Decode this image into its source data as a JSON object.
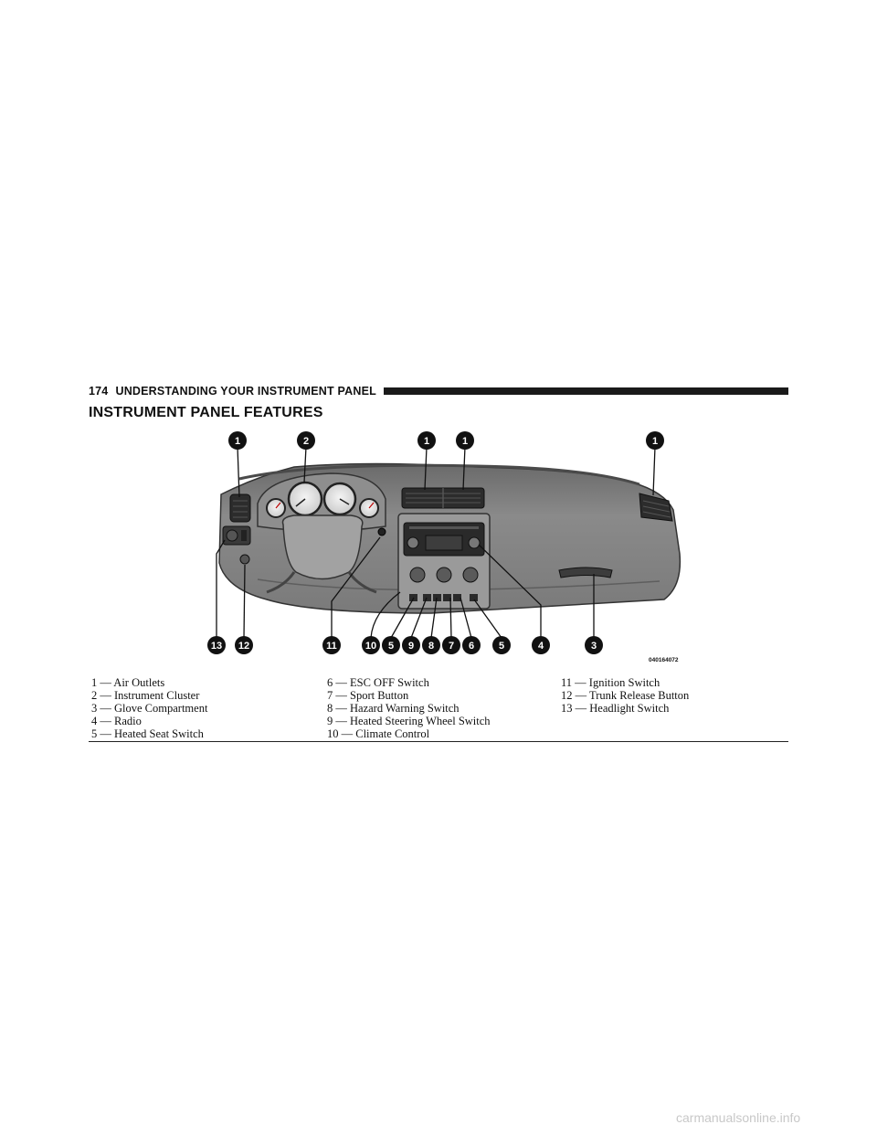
{
  "header": {
    "page_number": "174",
    "section": "UNDERSTANDING YOUR INSTRUMENT PANEL"
  },
  "title": "INSTRUMENT PANEL FEATURES",
  "figure": {
    "code": "040164072",
    "callouts": [
      "1",
      "2",
      "1",
      "1",
      "1",
      "13",
      "12",
      "11",
      "10",
      "5",
      "9",
      "8",
      "7",
      "6",
      "5",
      "4",
      "3"
    ]
  },
  "legend": {
    "columns": [
      [
        "1 — Air Outlets",
        "2 — Instrument Cluster",
        "3 — Glove Compartment",
        "4 — Radio",
        "5 — Heated Seat Switch"
      ],
      [
        "6 — ESC OFF Switch",
        "7 — Sport Button",
        "8 — Hazard Warning Switch",
        "9 — Heated Steering Wheel Switch",
        "10 — Climate Control"
      ],
      [
        "11 — Ignition Switch",
        "12 — Trunk Release Button",
        "13 — Headlight Switch"
      ]
    ]
  },
  "watermark": "carmanualsonline.info"
}
